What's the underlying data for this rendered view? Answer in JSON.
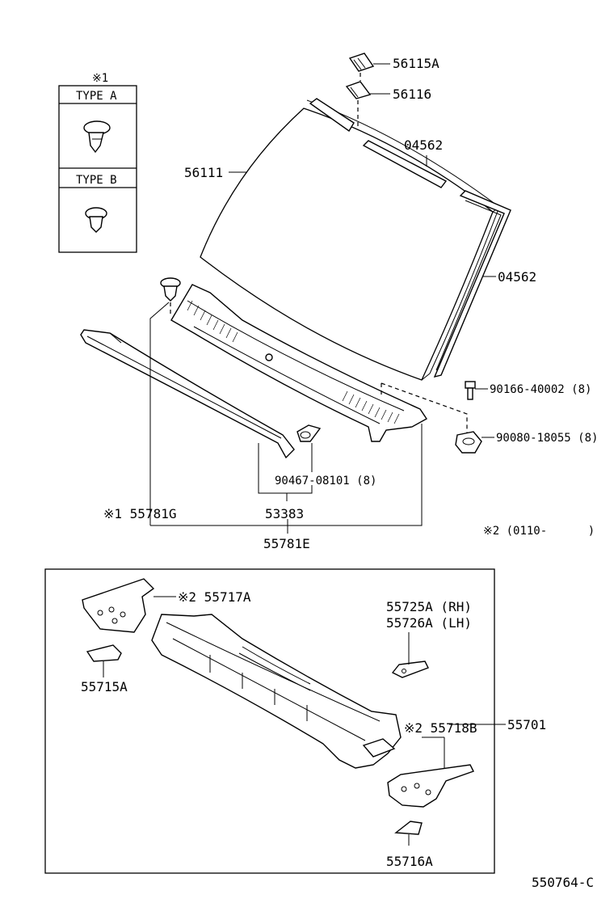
{
  "legend": {
    "ref_mark": "※1",
    "type_a": "TYPE A",
    "type_b": "TYPE B"
  },
  "labels": {
    "p56115A": "56115A",
    "p56116": "56116",
    "p04562_top": "04562",
    "p56111": "56111",
    "p04562_side": "04562",
    "p90166": "90166-40002 (8)",
    "p90080": "90080-18055 (8)",
    "p90467": "90467-08101 (8)",
    "p55781G": "※1 55781G",
    "p53383": "53383",
    "p55781E": "55781E",
    "note2": "※2 (0110-      )",
    "p55717A": "※2 55717A",
    "p55725A": "55725A (RH)",
    "p55726A": "55726A (LH)",
    "p55715A": "55715A",
    "p55718B": "※2 55718B",
    "p55701": "55701",
    "p55716A": "55716A",
    "diagram_code": "550764-C"
  }
}
